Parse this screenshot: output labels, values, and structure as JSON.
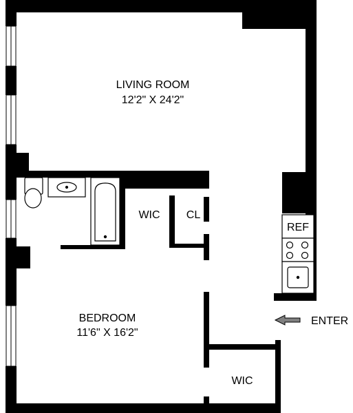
{
  "colors": {
    "wall": "#000000",
    "background": "#ffffff",
    "fixture_stroke": "#000000",
    "arrow": "#808080"
  },
  "rooms": {
    "living_room": {
      "name": "LIVING ROOM",
      "size": "12'2\" X 24'2\""
    },
    "bedroom": {
      "name": "BEDROOM",
      "size": "11'6\" X 16'2\""
    },
    "wic_upper": {
      "name": "WIC"
    },
    "closet": {
      "name": "CL"
    },
    "wic_lower": {
      "name": "WIC"
    }
  },
  "kitchen": {
    "refrigerator_label": "REF"
  },
  "entrance": {
    "label": "ENTER",
    "arrow_icon": "left-arrow-icon"
  }
}
